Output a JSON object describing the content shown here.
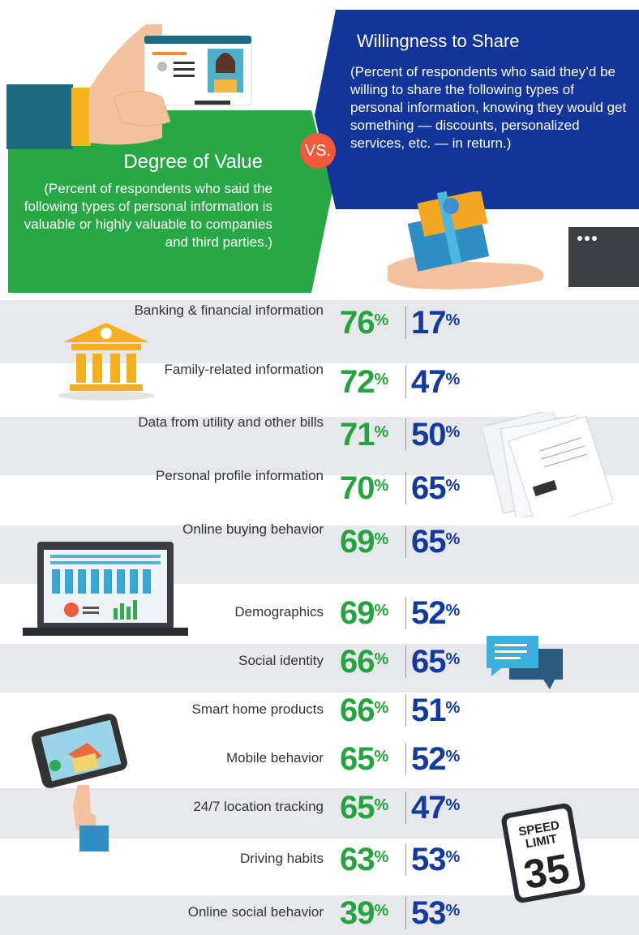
{
  "header": {
    "value_title": "Degree of Value",
    "value_desc": "(Percent of respondents who said the following types of personal information is valuable or highly valuable to companies and third parties.)",
    "vs_label": "VS.",
    "share_title": "Willingness to Share",
    "share_desc": "(Percent of respondents who said they’d be willing to share the following types of personal information, knowing they would get something — discounts, personalized services, etc. — in return.)"
  },
  "colors": {
    "value": "#24a33e",
    "share": "#133a9c",
    "band": "#e7e8ec",
    "vs": "#f05a3c"
  },
  "chart_data": {
    "type": "table",
    "series": [
      {
        "name": "Degree of Value",
        "values": [
          76,
          72,
          71,
          70,
          69,
          69,
          66,
          66,
          65,
          65,
          63,
          39
        ]
      },
      {
        "name": "Willingness to Share",
        "values": [
          17,
          47,
          50,
          65,
          65,
          52,
          65,
          51,
          52,
          47,
          53,
          53
        ]
      }
    ],
    "rows": [
      {
        "label": "Banking & financial information",
        "value": "76",
        "share": "17"
      },
      {
        "label": "Family-related information",
        "value": "72",
        "share": "47"
      },
      {
        "label": "Data from utility and other bills",
        "value": "71",
        "share": "50"
      },
      {
        "label": "Personal profile information",
        "value": "70",
        "share": "65"
      },
      {
        "label": "Online buying behavior",
        "value": "69",
        "share": "65"
      },
      {
        "label": "Demographics",
        "value": "69",
        "share": "52"
      },
      {
        "label": "Social identity",
        "value": "66",
        "share": "65"
      },
      {
        "label": "Smart home products",
        "value": "66",
        "share": "51"
      },
      {
        "label": "Mobile behavior",
        "value": "65",
        "share": "52"
      },
      {
        "label": "24/7 location tracking",
        "value": "65",
        "share": "47"
      },
      {
        "label": "Driving habits",
        "value": "63",
        "share": "53"
      },
      {
        "label": "Online social behavior",
        "value": "39",
        "share": "53"
      }
    ],
    "unit": "%"
  },
  "icons": {
    "id_card": "id-card-icon",
    "gift": "gift-icon",
    "window": "browser-window-icon",
    "bank": "bank-icon",
    "documents": "documents-icon",
    "laptop": "laptop-icon",
    "chat": "chat-bubbles-icon",
    "tablet": "tablet-house-icon",
    "speed_sign": "speed-limit-sign-icon"
  },
  "speed_sign": {
    "line1": "SPEED",
    "line2": "LIMIT",
    "number": "35"
  }
}
